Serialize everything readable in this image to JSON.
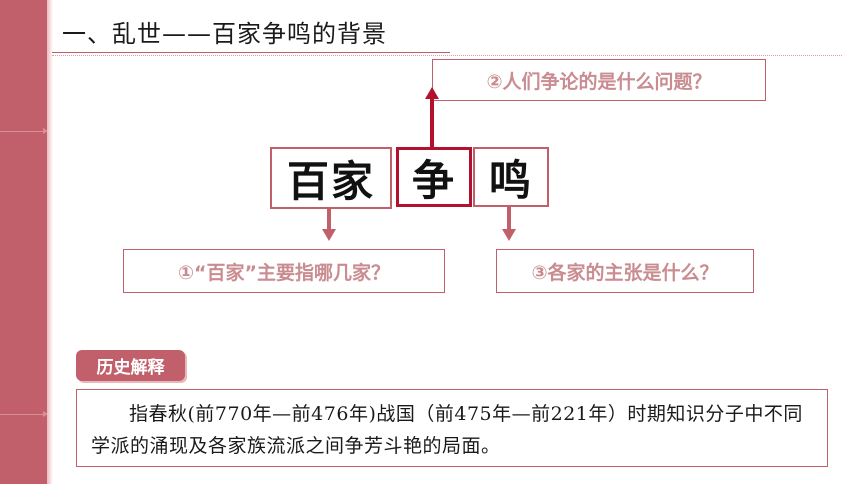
{
  "title": "一、乱世——百家争鸣的背景",
  "words": [
    "百家",
    "争",
    "鸣"
  ],
  "questions": {
    "q1": "①“百家”主要指哪几家？",
    "q2": "②人们争论的是什么问题？",
    "q3": "③各家的主张是什么？"
  },
  "explanation": {
    "label": "历史解释",
    "text": "指春秋(前770年—前476年)战国（前475年—前221年）时期知识分子中不同学派的涌现及各家族流派之间争芳斗艳的局面。"
  },
  "colors": {
    "accent": "#c1606b",
    "highlight": "#b3122e",
    "question_text": "#c98c91"
  }
}
